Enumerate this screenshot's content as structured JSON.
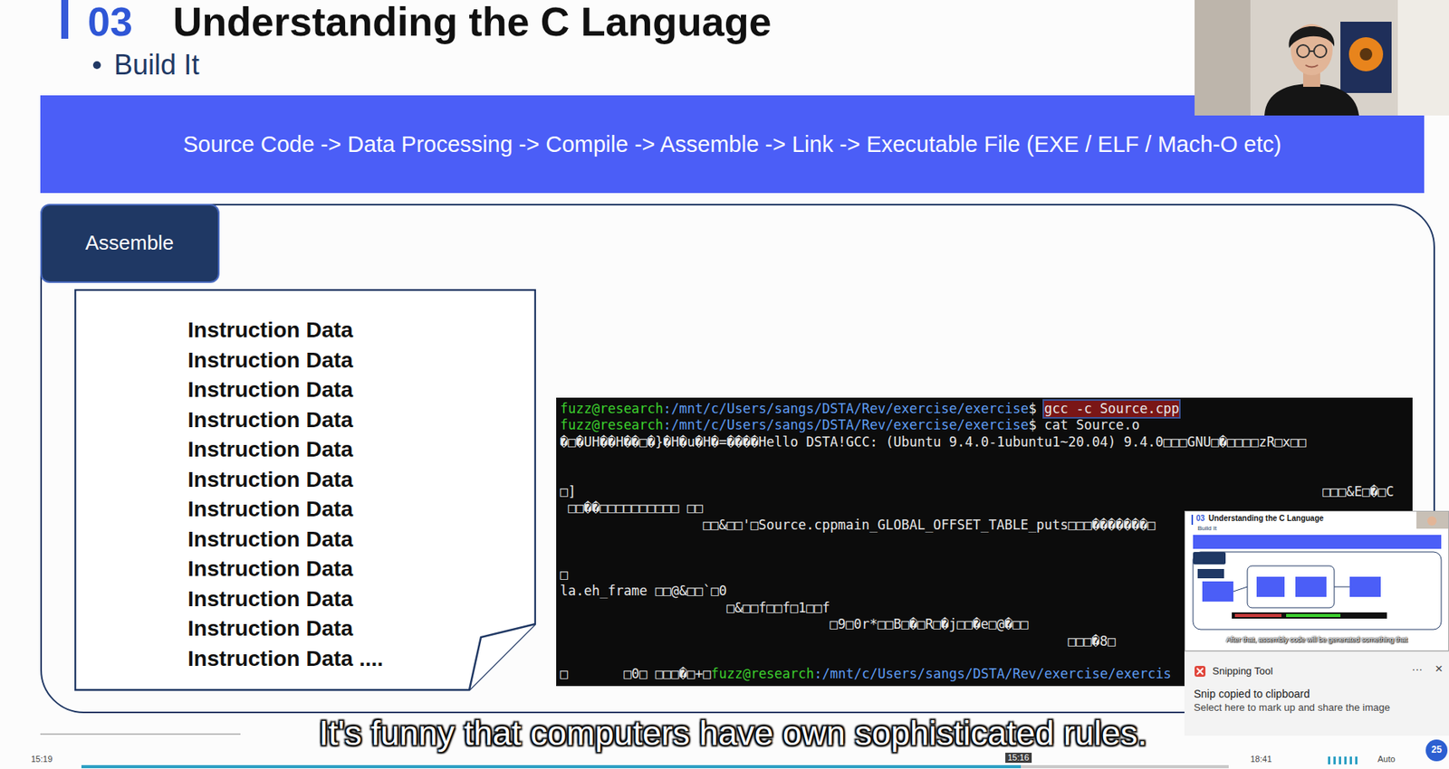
{
  "diagram": {
    "title": "Understanding the C Language",
    "caption": "It's funny that computers have own sophisticated rules.",
    "nodes": [
      {
        "text": [
          "Source Code -> Data Processing -> Compile -> Assemble -> Link -> Executable File (EXE / ELF / Mach-O etc)"
        ]
      },
      {
        "text": [
          "Assemble"
        ]
      },
      {
        "text": [
          "Instruction Data",
          "Instruction Data",
          "Instruction Data",
          "Instruction Data",
          "Instruction Data",
          "Instruction Data",
          "Instruction Data",
          "Instruction Data",
          "Instruction Data",
          "Instruction Data",
          "Instruction Data",
          "Instruction Data ...."
        ],
        "in": 1
      },
      {
        "text": [
          "fuzz@research",
          ":/mnt/c/Users/sangs/DSTA/Rev/exercise/exercise",
          "$",
          "gcc -c Source.cpp",
          "fuzz@research",
          ":/mnt/c/Users/sangs/DSTA/Rev/exercise/exercise",
          "$",
          "cat Source.o",
          "�□�UH��H��□�}�H�u�H�=����Hello DSTA!GCC: (Ubuntu 9.4.0-1ubuntu1~20.04) 9.4.0□□□GNU□�□□□□zR□x□□",
          "□]",
          "□□□&E□�□C",
          "□□��□□□□□□□□□□ □□",
          "□□&□□'□Source.cppmain_GLOBAL_OFFSET_TABLE_puts□□□�������□",
          "□",
          "la.eh_frame □□@&□□`□0",
          "□&□□f□□f□1□□f",
          "□9□0r*□□B□�□R□�j□□�e□@�□□",
          "□□□�8□",
          "□       □0□ □□□�□+□",
          "fuzz@research",
          ":/mnt/c/Users/sangs/DSTA/Rev/exercise/exercis"
        ],
        "in": 1
      },
      {
        "text": [
          "03",
          "Understanding the C Language",
          "Build It",
          "After that, assembly code will be generated something that"
        ]
      },
      {
        "text": [
          "Snipping Tool",
          "···",
          "×",
          "Snip copied to clipboard",
          "Select here to mark up and share the image"
        ]
      }
    ],
    "labels": [
      "03",
      "Build It",
      "15:16",
      "15:19",
      "18:41",
      "Auto",
      "25"
    ]
  }
}
